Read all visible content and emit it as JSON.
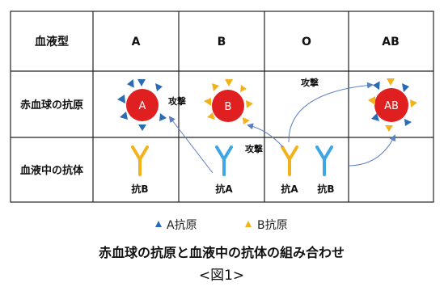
{
  "table": {
    "header_label": "血液型",
    "blood_types": [
      "A",
      "B",
      "O",
      "AB"
    ],
    "row_labels": [
      "赤血球の抗原",
      "血液中の抗体"
    ]
  },
  "cells": {
    "rbc_a": "A",
    "rbc_b": "B",
    "rbc_ab": "AB",
    "antibody_a_col": "抗B",
    "antibody_b_col": "抗A",
    "antibody_o_col_1": "抗A",
    "antibody_o_col_2": "抗B"
  },
  "attack_labels": [
    "攻撃",
    "攻撃",
    "攻撃"
  ],
  "legend": {
    "a_antigen": "A抗原",
    "b_antigen": "B抗原"
  },
  "caption": {
    "title": "赤血球の抗原と血液中の抗体の組み合わせ",
    "figure_label": "<図1>"
  },
  "colors": {
    "a_antigen": "#2a6cb3",
    "b_antigen": "#f2b21c",
    "red_cell": "#e02020",
    "antibody_yellow": "#f2b21c",
    "antibody_blue": "#3fa6e3",
    "arrow": "#5b7fbf"
  }
}
